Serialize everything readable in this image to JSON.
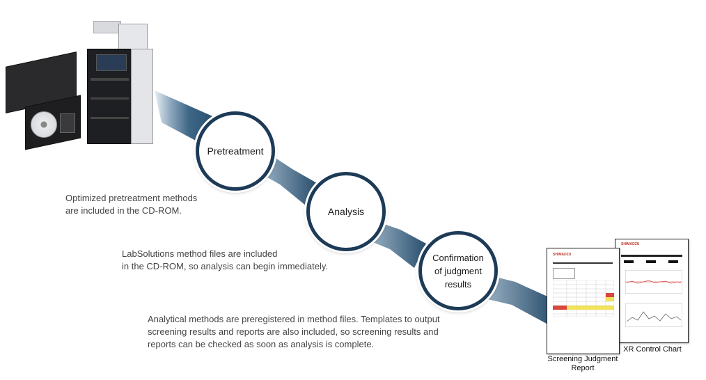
{
  "steps": {
    "pretreatment": "Pretreatment",
    "analysis": "Analysis",
    "confirmation": "Confirmation\nof judgment\nresults"
  },
  "descriptions": {
    "pretreatment": "Optimized pretreatment methods\nare included in the CD-ROM.",
    "analysis": "LabSolutions method files are included\nin the CD-ROM, so analysis can begin immediately.",
    "confirmation": "Analytical methods are preregistered in method files. Templates to output\nscreening results and reports are also included, so screening results and\nreports can be checked as soon as analysis is complete."
  },
  "reports": {
    "screening_caption": "Screening Judgment\nReport",
    "xr_caption": "XR Control Chart",
    "logo_text": "SHIMADZU"
  },
  "colors": {
    "arrow_light": "#dde6ee",
    "arrow_dark": "#2f5878",
    "circle_border": "#1d3b57",
    "highlight_red": "#d9463c",
    "highlight_yellow": "#f2e25a"
  }
}
